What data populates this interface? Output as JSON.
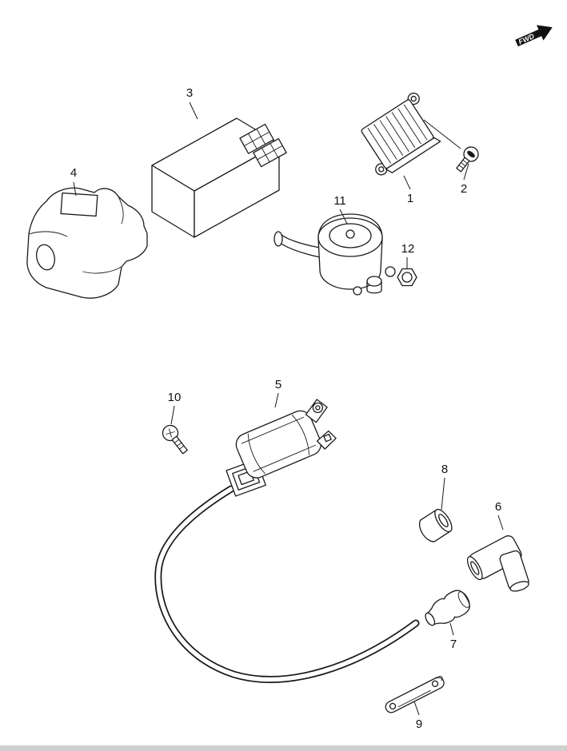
{
  "page": {
    "background": "#ffffff",
    "line_color": "#1a1a1a"
  },
  "fwd_marker": {
    "label": "FWD"
  },
  "callouts": {
    "1": "1",
    "2": "2",
    "3": "3",
    "4": "4",
    "5": "5",
    "6": "6",
    "7": "7",
    "8": "8",
    "9": "9",
    "10": "10",
    "11": "11",
    "12": "12"
  }
}
